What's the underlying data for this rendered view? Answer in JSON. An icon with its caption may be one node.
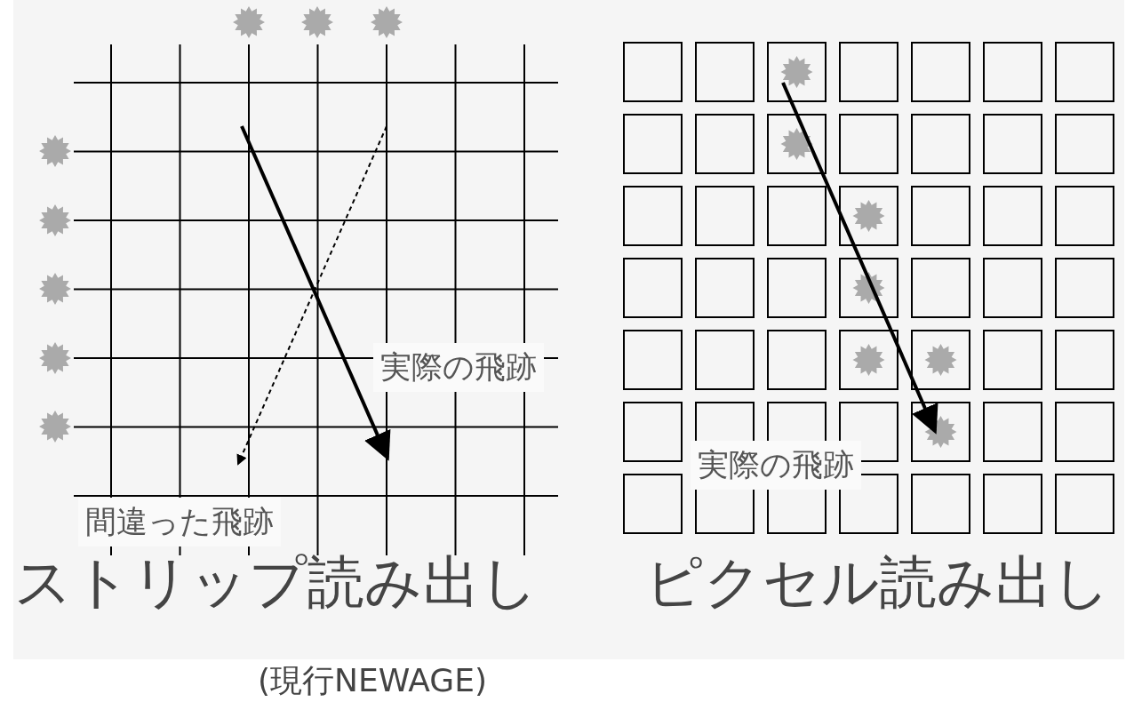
{
  "diagram": {
    "labels": [
      "実際の飛跡",
      "実際の飛跡",
      "間違った飛跡",
      "ストリップ読み出し",
      "ピクセル読み出し",
      "(現行NEWAGE)"
    ]
  }
}
